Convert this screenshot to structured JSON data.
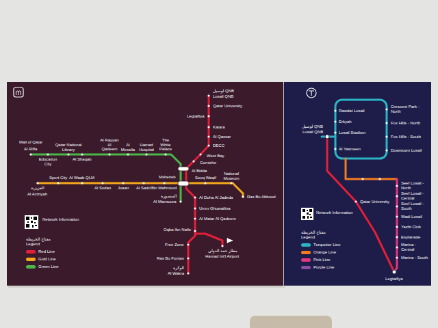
{
  "diagram": {
    "nodes": [
      {
        "text": [
          "Network Information"
        ]
      },
      {
        "text": [
          "Network Information"
        ]
      }
    ],
    "labels": [
      "لوسيل QNB",
      "Lusail QNB",
      "Qatar University",
      "Legtaifiya",
      "Katara",
      "Al Qassar",
      "DECC",
      "West Bay",
      "Corniche",
      "Al Bidda",
      "Msheireb",
      "Al Doha Al Jadeda",
      "المنصورة",
      "Al Mansoura",
      "Umm Ghuwailina",
      "Al Matar Al Qadeem",
      "Oqba Ibn Nafie",
      "مطار حمد الدولي",
      "Hamad Int'l Airport",
      "Free Zone",
      "Ras Bu Fontas",
      "الوكرة",
      "Al Wakra",
      "Mall of Qatar",
      "Al Riffa",
      "Education City",
      "Qatar National Library",
      "Al Shaqab",
      "Al Rayyan Al Qadeem",
      "Al Messila",
      "Hamad Hospital",
      "The White Palace",
      "العزيزية",
      "Al Aziziyah",
      "Sport City",
      "Al Waab QLM",
      "Al Sudan",
      "Joaan",
      "Al Sadd",
      "Bin Mahmoud",
      "Souq Waqif",
      "National Museum",
      "Ras Bu Abboud",
      "مفتاح الخريطة",
      "Legend",
      "لوسيل QNB",
      "Lusail QNB",
      "Rawdat Lusail",
      "Erkyah",
      "Lusail Stadium",
      "Al Yasmeen",
      "Crescent Park - North",
      "Fox Hills - North",
      "Fox Hills - South",
      "Downtown Lusail",
      "Qatar University",
      "Seef Lusail - North",
      "Seef Lusail - Central",
      "Seef Lusail - South",
      "Wadi Lusail",
      "Yacht Club",
      "Esplanade",
      "Marina - Central",
      "Marina - South",
      "Legtaifiya",
      "مفتاح الخريطة",
      "Legend"
    ],
    "legend": [
      {
        "text": "Red Line",
        "color": "#e41f3a"
      },
      {
        "text": "Gold Line",
        "color": "#f4a81c"
      },
      {
        "text": "Green Line",
        "color": "#4cb748"
      },
      {
        "text": "Turquoise Line",
        "color": "#2bb4c4"
      },
      {
        "text": "Orange Line",
        "color": "#f47b20"
      },
      {
        "text": "Pink Line",
        "color": "#e2387e"
      },
      {
        "text": "Purple Line",
        "color": "#8c4f9f"
      }
    ]
  }
}
